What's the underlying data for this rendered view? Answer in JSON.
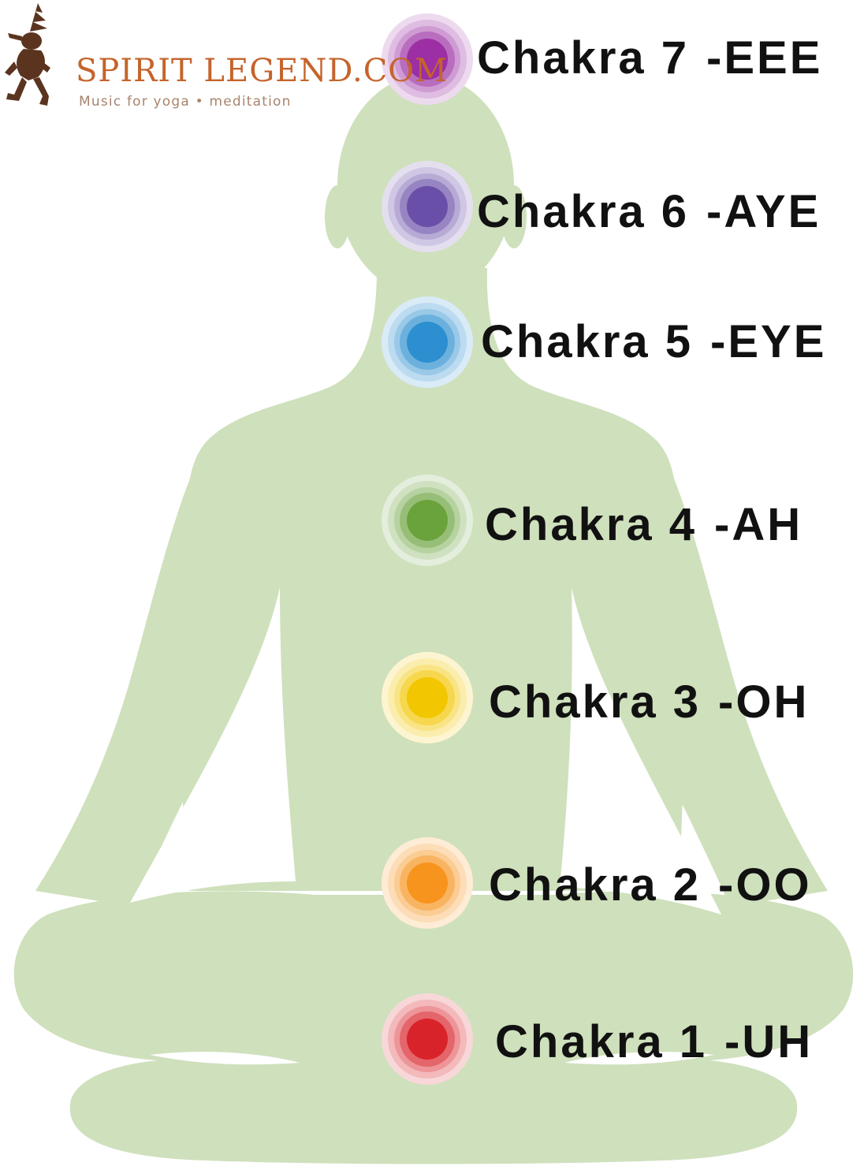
{
  "logo": {
    "wordmark": "SPIRIT LEGEND.COM",
    "tagline": "Music for yoga • meditation",
    "icon": "kokopelli-figure-icon",
    "colors": {
      "figure": "#5b3420",
      "wordmark": "#c5642b",
      "tagline": "#a8846c"
    }
  },
  "figure": {
    "silhouette": "meditating-person",
    "fill": "#cfe0bc",
    "outline": "#b8cca2"
  },
  "chakras": [
    {
      "number": "7",
      "name": "Chakra 7",
      "sound": "-EEE",
      "color": "#9b2fa3"
    },
    {
      "number": "6",
      "name": "Chakra 6",
      "sound": "-AYE",
      "color": "#6a4fa8"
    },
    {
      "number": "5",
      "name": "Chakra 5",
      "sound": "-EYE",
      "color": "#2d8fd0"
    },
    {
      "number": "4",
      "name": "Chakra 4",
      "sound": "-AH",
      "color": "#6aa23b"
    },
    {
      "number": "3",
      "name": "Chakra 3",
      "sound": "-OH",
      "color": "#f2c600"
    },
    {
      "number": "2",
      "name": "Chakra 2",
      "sound": "-OO",
      "color": "#f7941d"
    },
    {
      "number": "1",
      "name": "Chakra 1",
      "sound": "-UH",
      "color": "#d9232a"
    }
  ]
}
